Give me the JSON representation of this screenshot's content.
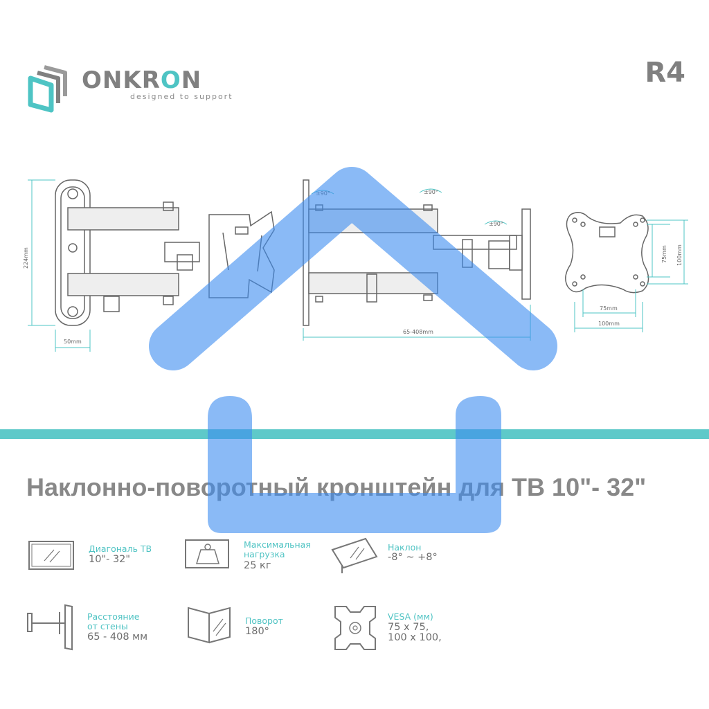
{
  "header": {
    "brand_prefix": "ONKR",
    "brand_accent": "O",
    "brand_suffix": "N",
    "tagline": "designed to support",
    "model": "R4"
  },
  "dimensions": {
    "height": "224mm",
    "wall_plate_width": "50mm",
    "reach": "65-408mm",
    "swivel_1": "±90°",
    "swivel_2": "±90°",
    "swivel_3": "±90°",
    "vesa_small_v": "75mm",
    "vesa_large_v": "100mm",
    "vesa_small_h": "75mm",
    "vesa_large_h": "100mm"
  },
  "product_title": "Наклонно-поворотный кронштейн для ТВ 10\"- 32\"",
  "features": [
    {
      "label": "Диагональ ТВ",
      "value": "10\"- 32\""
    },
    {
      "label": "Максимальная\nнагрузка",
      "value": "25 кг"
    },
    {
      "label": "Наклон",
      "value": "-8° ~ +8°"
    },
    {
      "label": "Расстояние\nот стены",
      "value": "65 - 408 мм"
    },
    {
      "label": "Поворот",
      "value": "180°"
    },
    {
      "label": "VESA (мм)",
      "value": "75 x 75,\n100 x 100,"
    }
  ],
  "colors": {
    "accent": "#4ec4c4",
    "divider": "#5ec9c9",
    "text_gray": "#808080",
    "watermark_blue": "#3c8cf0"
  }
}
